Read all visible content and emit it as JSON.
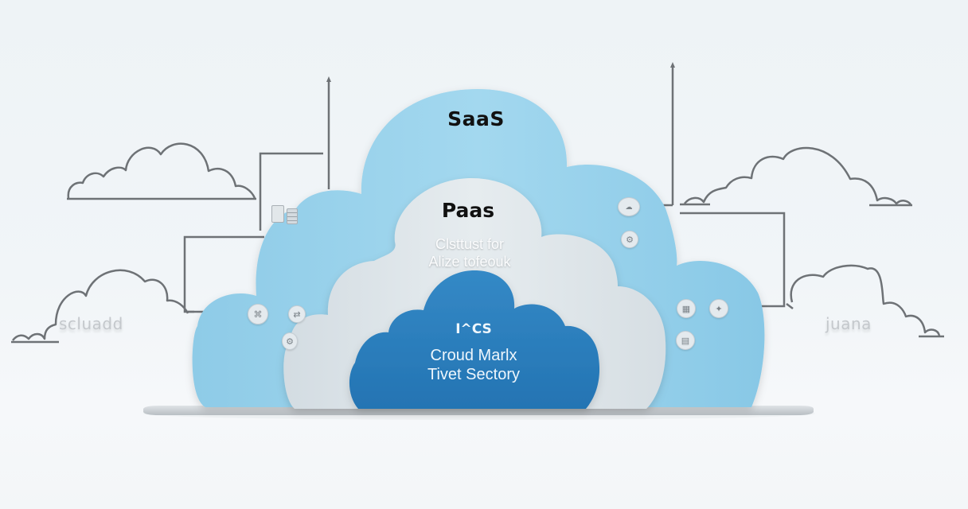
{
  "diagram": {
    "type": "layered cloud service model",
    "layers": [
      {
        "id": "saas",
        "title": "SaaS",
        "subtitle": "",
        "color": "#92d0ea"
      },
      {
        "id": "paas",
        "title": "Paas",
        "subtitle_lines": [
          "Clsttust for",
          "Alize tofeouk"
        ],
        "color": "#dde5ea"
      },
      {
        "id": "iaas",
        "title": "I^CS",
        "subtitle_lines": [
          "Croud Marlx",
          "Tivet Sectory"
        ],
        "color": "#2c7fbd"
      }
    ],
    "side_labels": {
      "left": "scluadd",
      "right": "juana"
    },
    "nodes": {
      "left": [
        "document-icon",
        "server-icon",
        "network-icon",
        "transfer-icon",
        "settings-icon"
      ],
      "right": [
        "cloud-badge-icon",
        "gear-icon",
        "grid-icon",
        "bird-icon",
        "chart-icon"
      ]
    },
    "colors": {
      "background": "#eef3f6",
      "outline": "#6e7276",
      "saas": "#92d0ea",
      "paas": "#dde5ea",
      "iaas": "#2c7fbd",
      "base": "#cdd2d6"
    }
  }
}
